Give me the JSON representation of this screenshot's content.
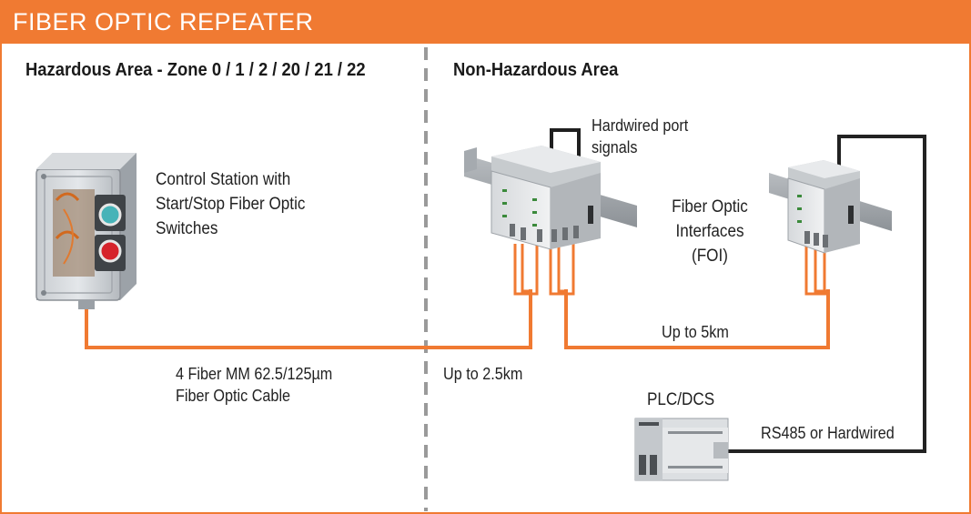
{
  "header": {
    "title": "FIBER OPTIC REPEATER"
  },
  "zones": {
    "hazardous": "Hazardous Area - Zone 0 / 1 / 2 / 20 / 21 / 22",
    "non_hazardous": "Non-Hazardous Area"
  },
  "labels": {
    "control_station": [
      "Control Station with",
      "Start/Stop Fiber Optic",
      "Switches"
    ],
    "hardwired_port": [
      "Hardwired port",
      "signals"
    ],
    "foi": [
      "Fiber Optic",
      "Interfaces",
      "(FOI)"
    ],
    "up_to_5km": "Up to 5km",
    "cable": [
      "4 Fiber MM 62.5/125µm",
      "Fiber Optic Cable"
    ],
    "up_to_2_5km": "Up to 2.5km",
    "plc": "PLC/DCS",
    "rs485": "RS485 or Hardwired"
  },
  "colors": {
    "accent": "#f07a32",
    "fiber": "#f07a32",
    "wire": "#222222",
    "divider": "#9a9a9a"
  },
  "icons": {
    "control_station": "control-station-box",
    "foi_left": "din-rail-module-group",
    "foi_right": "din-rail-module-group",
    "plc": "plc-controller"
  }
}
